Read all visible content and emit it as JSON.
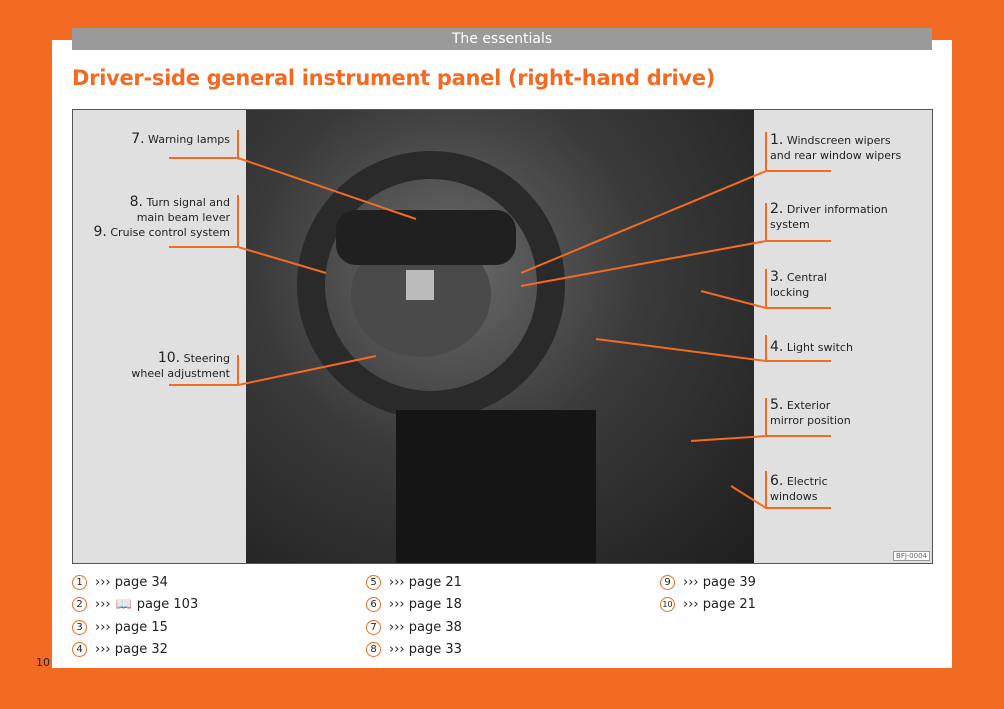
{
  "header": "The essentials",
  "title": "Driver-side general instrument panel (right-hand drive)",
  "figure": {
    "left_labels": [
      {
        "num": "7.",
        "text": "Warning lamps"
      },
      {
        "num": "8.",
        "text": "Turn signal and main beam lever"
      },
      {
        "num": "9.",
        "text": "Cruise control system"
      },
      {
        "num": "10.",
        "text": "Steering wheel adjustment"
      }
    ],
    "right_labels": [
      {
        "num": "1.",
        "text": "Windscreen wipers and rear window wipers"
      },
      {
        "num": "2.",
        "text": "Driver information system"
      },
      {
        "num": "3.",
        "text": "Central locking"
      },
      {
        "num": "4.",
        "text": "Light switch"
      },
      {
        "num": "5.",
        "text": "Exterior mirror position"
      },
      {
        "num": "6.",
        "text": "Electric windows"
      }
    ],
    "code": "BFJ-0004"
  },
  "refs": [
    {
      "n": "1",
      "text": "››› page 34"
    },
    {
      "n": "2",
      "text": "›››",
      "text2": "page 103",
      "icon": "book-search-icon"
    },
    {
      "n": "3",
      "text": "››› page 15"
    },
    {
      "n": "4",
      "text": "››› page 32"
    },
    {
      "n": "5",
      "text": "››› page 21"
    },
    {
      "n": "6",
      "text": "››› page 18"
    },
    {
      "n": "7",
      "text": "››› page 38"
    },
    {
      "n": "8",
      "text": "››› page 33"
    },
    {
      "n": "9",
      "text": "››› page 39"
    },
    {
      "n": "10",
      "text": "››› page 21"
    }
  ],
  "page_number": "10",
  "colors": {
    "accent": "#f36a22",
    "header": "#9a9a9a"
  }
}
